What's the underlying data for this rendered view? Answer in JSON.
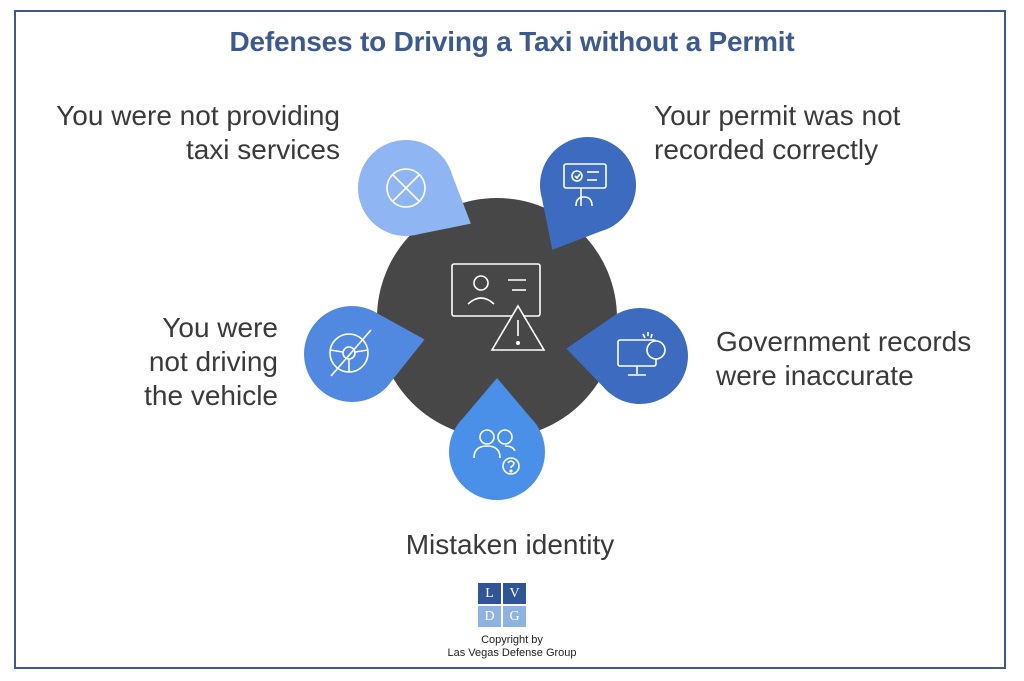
{
  "title": "Defenses to Driving a Taxi without a Permit",
  "colors": {
    "border": "#3d5a8c",
    "title": "#3d5a8c",
    "hub": "#474747",
    "light_blue": "#8fb5f2",
    "mid_blue": "#4a8fe8",
    "dark_blue": "#3d6bc0",
    "blue": "#5289e0"
  },
  "hub": {
    "icons": [
      "id-card-icon",
      "warning-icon"
    ]
  },
  "defenses": [
    {
      "lines": [
        "You were not providing",
        "taxi services"
      ],
      "icon": "x-circle-icon"
    },
    {
      "lines": [
        "Your permit was not",
        "recorded correctly"
      ],
      "icon": "permit-sign-icon"
    },
    {
      "lines": [
        "Government records",
        "were inaccurate"
      ],
      "icon": "monitor-alert-icon"
    },
    {
      "lines": [
        "Mistaken identity"
      ],
      "icon": "people-question-icon"
    },
    {
      "lines": [
        "You were",
        "not driving",
        "the vehicle"
      ],
      "icon": "no-steering-wheel-icon"
    }
  ],
  "logo": {
    "letters": [
      "L",
      "V",
      "D",
      "G"
    ]
  },
  "copyright": [
    "Copyright by",
    "Las Vegas Defense Group"
  ]
}
